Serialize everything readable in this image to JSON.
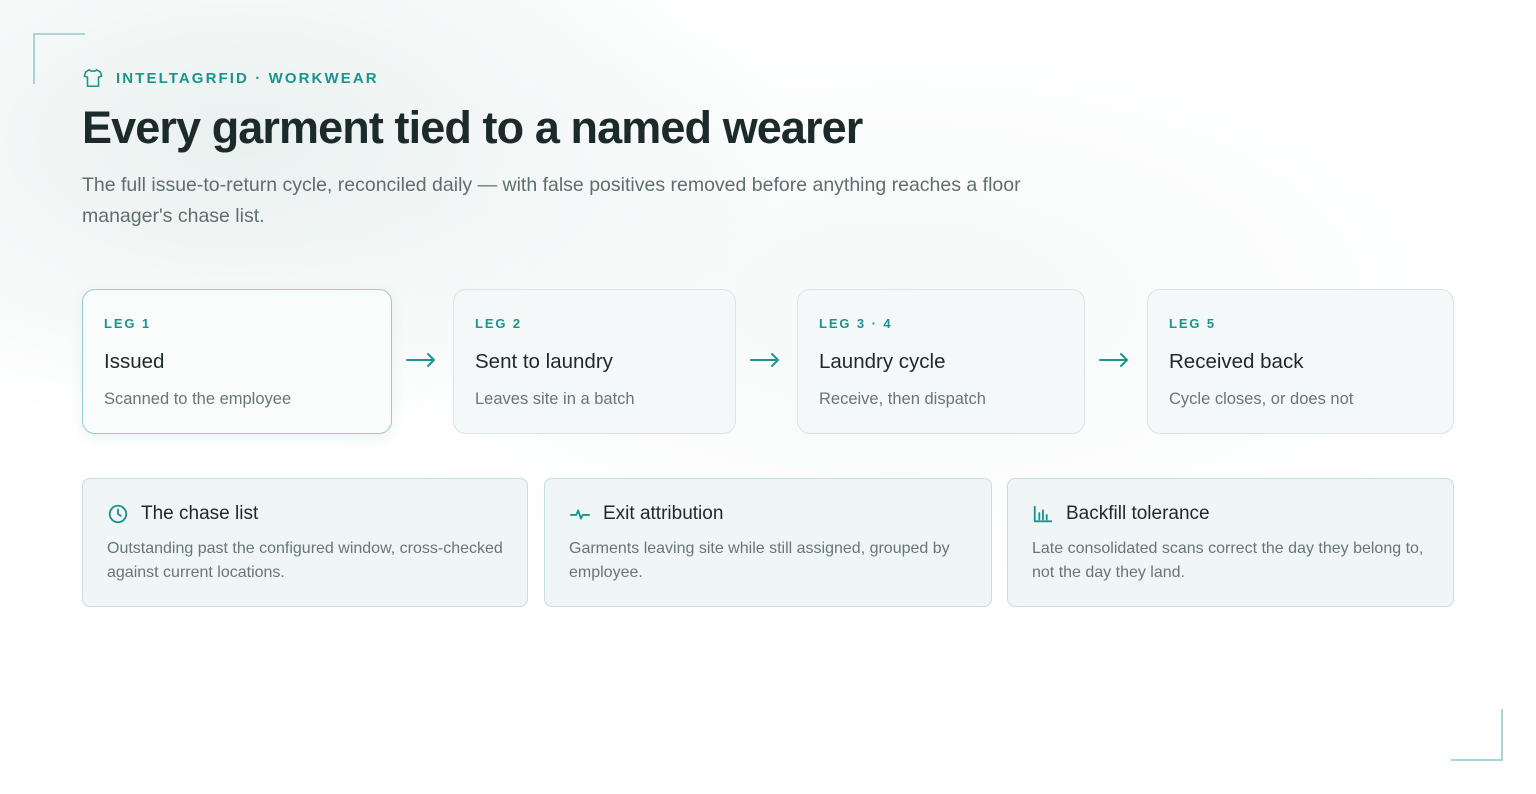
{
  "header": {
    "eyebrow_icon": "shirt-icon",
    "eyebrow": "INTELTAGRFID · WORKWEAR",
    "title": "Every garment tied to a named wearer",
    "subtitle": "The full issue-to-return cycle, reconciled daily — with false positives removed before anything reaches a floor manager's chase list."
  },
  "legs": [
    {
      "tag": "LEG 1",
      "title": "Issued",
      "desc": "Scanned to the employee",
      "active": true
    },
    {
      "tag": "LEG 2",
      "title": "Sent to laundry",
      "desc": "Leaves site in a batch",
      "active": false
    },
    {
      "tag": "LEG 3 · 4",
      "title": "Laundry cycle",
      "desc": "Receive, then dispatch",
      "active": false
    },
    {
      "tag": "LEG 5",
      "title": "Received back",
      "desc": "Cycle closes, or does not",
      "active": false
    }
  ],
  "arrow_icon": "arrow-right-icon",
  "cards": [
    {
      "icon": "clock-icon",
      "title": "The chase list",
      "desc": "Outstanding past the configured window, cross-checked against current locations."
    },
    {
      "icon": "pulse-icon",
      "title": "Exit attribution",
      "desc": "Garments leaving site while still assigned, grouped by employee."
    },
    {
      "icon": "bar-chart-icon",
      "title": "Backfill tolerance",
      "desc": "Late consolidated scans correct the day they belong to, not the day they land."
    }
  ],
  "colors": {
    "accent": "#1a948c",
    "heading": "#1c2b2a",
    "body_text": "#5e6f6d",
    "card_border": "#bfe0dc",
    "card_bg": "#eff6f5",
    "corner_mark": "#a8d6d2"
  }
}
